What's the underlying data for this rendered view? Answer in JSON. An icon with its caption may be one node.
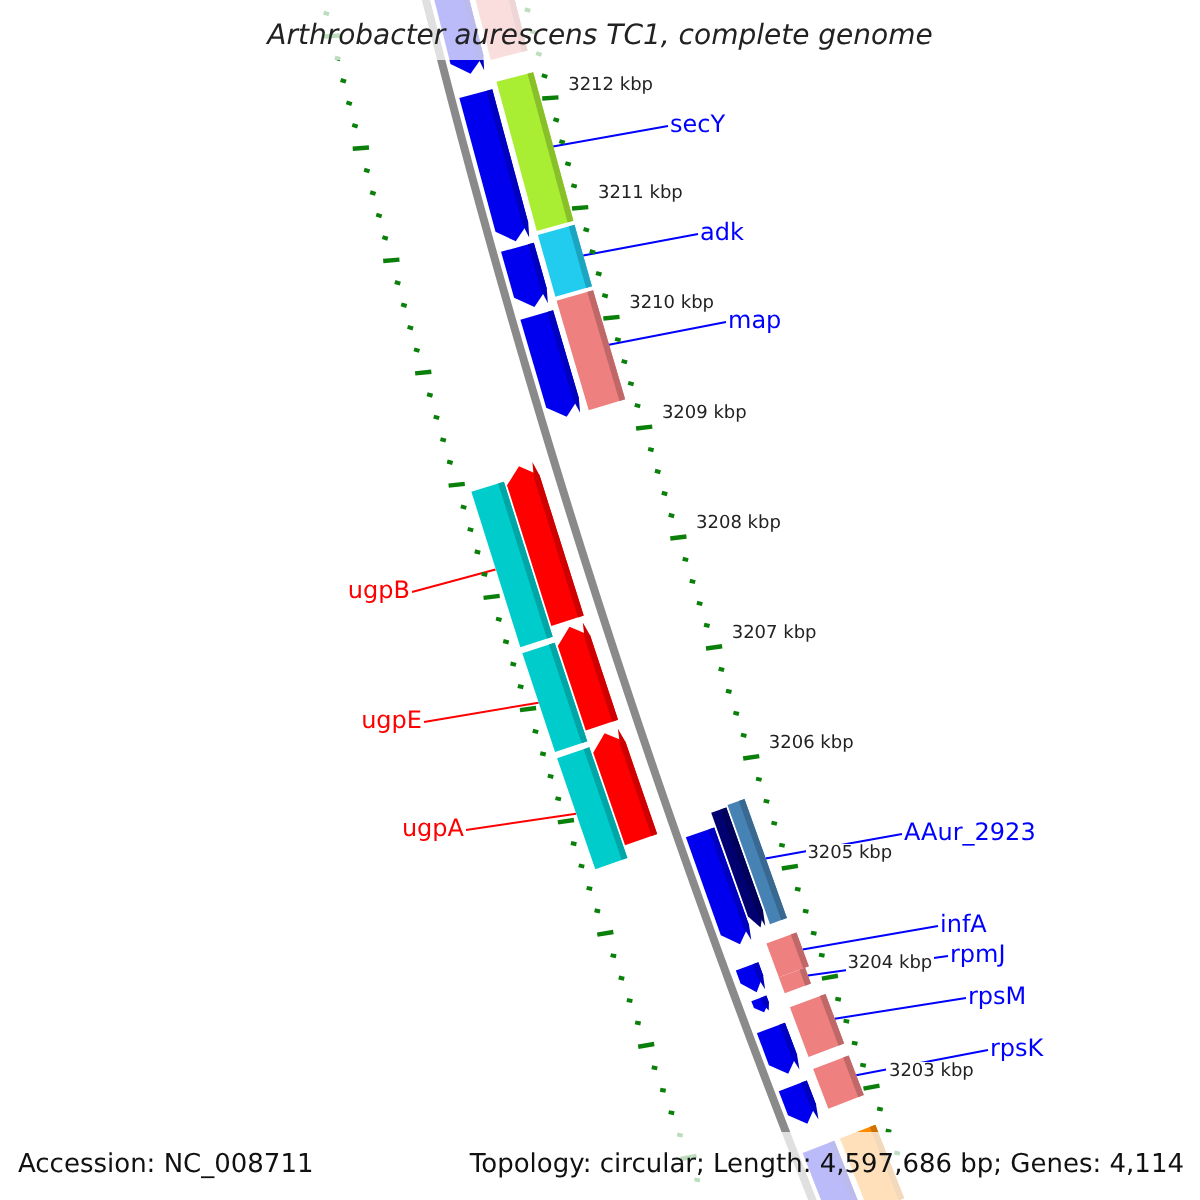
{
  "diagram": {
    "title": "Arthrobacter aurescens TC1, complete genome",
    "nodes": [
      {
        "text": [
          "secY"
        ]
      },
      {
        "text": [
          "adk"
        ]
      },
      {
        "text": [
          "map"
        ]
      },
      {
        "text": [
          "ugpB"
        ]
      },
      {
        "text": [
          "ugpE"
        ]
      },
      {
        "text": [
          "ugpA"
        ]
      },
      {
        "text": [
          "AAur_2923"
        ]
      },
      {
        "text": [
          "infA"
        ]
      },
      {
        "text": [
          "rpmJ"
        ]
      },
      {
        "text": [
          "rpsM"
        ]
      },
      {
        "text": [
          "rpsK"
        ]
      },
      {
        "text": [],
        "shape": "bar"
      },
      {
        "text": [],
        "shape": "bar"
      },
      {
        "text": [],
        "shape": "bar"
      },
      {
        "text": [],
        "shape": "bar"
      },
      {
        "text": [],
        "shape": "bar"
      },
      {
        "text": [],
        "shape": "bar"
      },
      {
        "text": [],
        "shape": "bar"
      },
      {
        "text": [],
        "shape": "bar"
      },
      {
        "text": [],
        "shape": "bar"
      },
      {
        "text": [],
        "shape": "bar"
      },
      {
        "text": [],
        "shape": "bar"
      }
    ],
    "edges": [
      {
        "from": 0,
        "to": 11,
        "arrow": "none"
      },
      {
        "from": 1,
        "to": 12,
        "arrow": "none"
      },
      {
        "from": 2,
        "to": 13,
        "arrow": "none"
      },
      {
        "from": 3,
        "to": 14,
        "arrow": "none",
        "color": "#ff0000"
      },
      {
        "from": 4,
        "to": 15,
        "arrow": "none",
        "color": "#ff0000"
      },
      {
        "from": 5,
        "to": 16,
        "arrow": "none",
        "color": "#ff0000"
      },
      {
        "from": 6,
        "to": 17,
        "arrow": "none"
      },
      {
        "from": 7,
        "to": 18,
        "arrow": "none"
      },
      {
        "from": 8,
        "to": 19,
        "arrow": "none"
      },
      {
        "from": 9,
        "to": 20,
        "arrow": "none"
      },
      {
        "from": 10,
        "to": 21,
        "arrow": "none"
      }
    ],
    "labels": [
      "3212 kbp",
      "3211 kbp",
      "3210 kbp",
      "3209 kbp",
      "3208 kbp",
      "3207 kbp",
      "3206 kbp",
      "3205 kbp",
      "3204 kbp",
      "3203 kbp",
      "Accession: NC_008711",
      "Topology: circular; Length: 4,597,686 bp; Genes: 4,114"
    ]
  }
}
